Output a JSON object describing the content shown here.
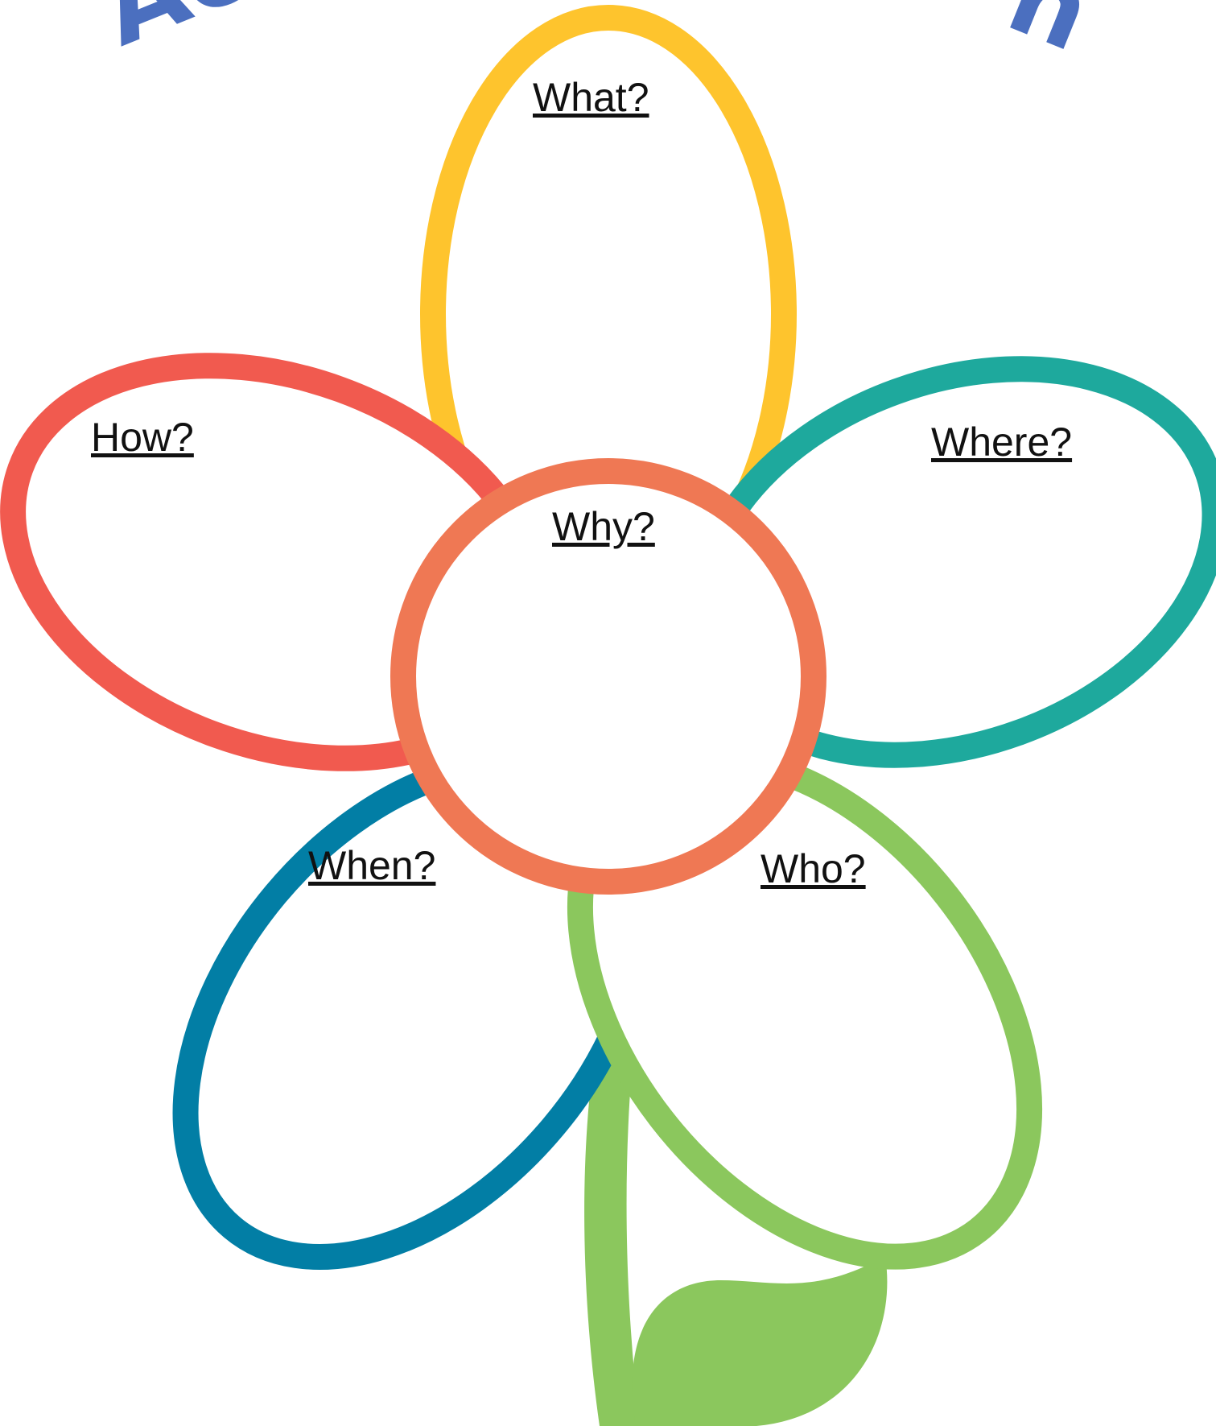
{
  "title_fragments": {
    "left": "Ac",
    "right": "n"
  },
  "petals": {
    "what": {
      "label": "What?",
      "color": "#fec42d"
    },
    "where": {
      "label": "Where?",
      "color": "#1ea99d"
    },
    "how": {
      "label": "How?",
      "color": "#f15a4f"
    },
    "when": {
      "label": "When?",
      "color": "#027ea5"
    },
    "who": {
      "label": "Who?",
      "color": "#8bc75d"
    },
    "why": {
      "label": "Why?",
      "color": "#ef7854"
    }
  },
  "colors": {
    "title": "#4b6fbf",
    "stem": "#8bc75d",
    "leaf": "#8bc75d"
  }
}
